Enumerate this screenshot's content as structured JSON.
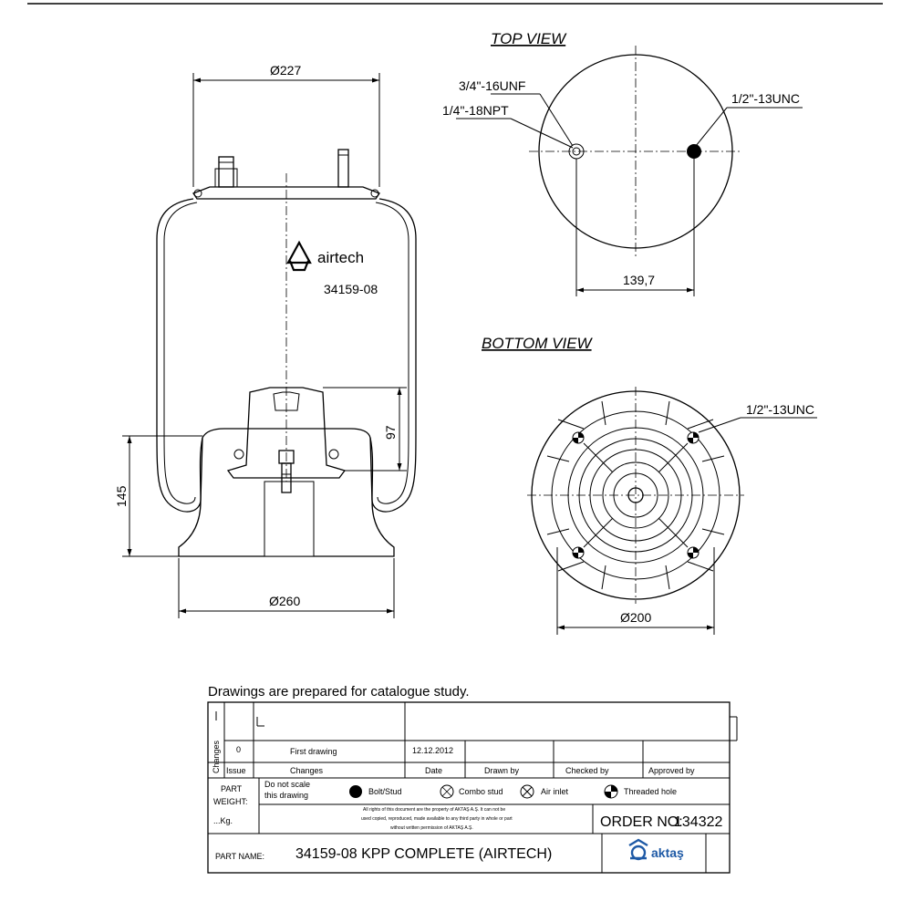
{
  "drawing": {
    "top_view_title": "TOP VIEW",
    "bottom_view_title": "BOTTOM VIEW",
    "dims": {
      "top_diameter": "Ø227",
      "bottom_diameter": "Ø260",
      "height_total": "145",
      "height_piston": "97",
      "top_view_spacing": "139,7",
      "bottom_view_diameter": "Ø200"
    },
    "callouts": {
      "unf": "3/4\"-16UNF",
      "npt": "1/4\"-18NPT",
      "unc_top": "1/2\"-13UNC",
      "unc_bottom": "1/2\"-13UNC"
    },
    "body_brand": "airtech",
    "body_part_no": "34159-08"
  },
  "note": "Drawings are  prepared for  catalogue study.",
  "title_block": {
    "changes_vertical": "Changes",
    "issue_value": "0",
    "changes_value": "First drawing",
    "date_value": "12.12.2012",
    "headers": {
      "issue": "Issue",
      "changes": "Changes",
      "date": "Date",
      "drawn_by": "Drawn by",
      "checked_by": "Checked by",
      "approved_by": "Approved by"
    },
    "part_weight_line1": "PART",
    "part_weight_line2": "WEIGHT:",
    "kg": "...Kg.",
    "do_not_scale_1": "Do not scale",
    "do_not_scale_2": "this drawing",
    "legend": {
      "bolt_stud": "Bolt/Stud",
      "combo_stud": "Combo stud",
      "air_inlet": "Air inlet",
      "threaded_hole": "Threaded hole"
    },
    "rights_1": "All rights of this document are the property of AKTAŞ A.Ş. It can not be",
    "rights_2": "used copied, reproduced, made available to any third party in whole or part",
    "rights_3": "without written permission of AKTAŞ A.Ş.",
    "order_label": "ORDER NO:",
    "order_no": "134322",
    "part_name_label": "PART NAME:",
    "part_name": "34159-08 KPP COMPLETE (AIRTECH)",
    "logo_text": "aktaş"
  }
}
